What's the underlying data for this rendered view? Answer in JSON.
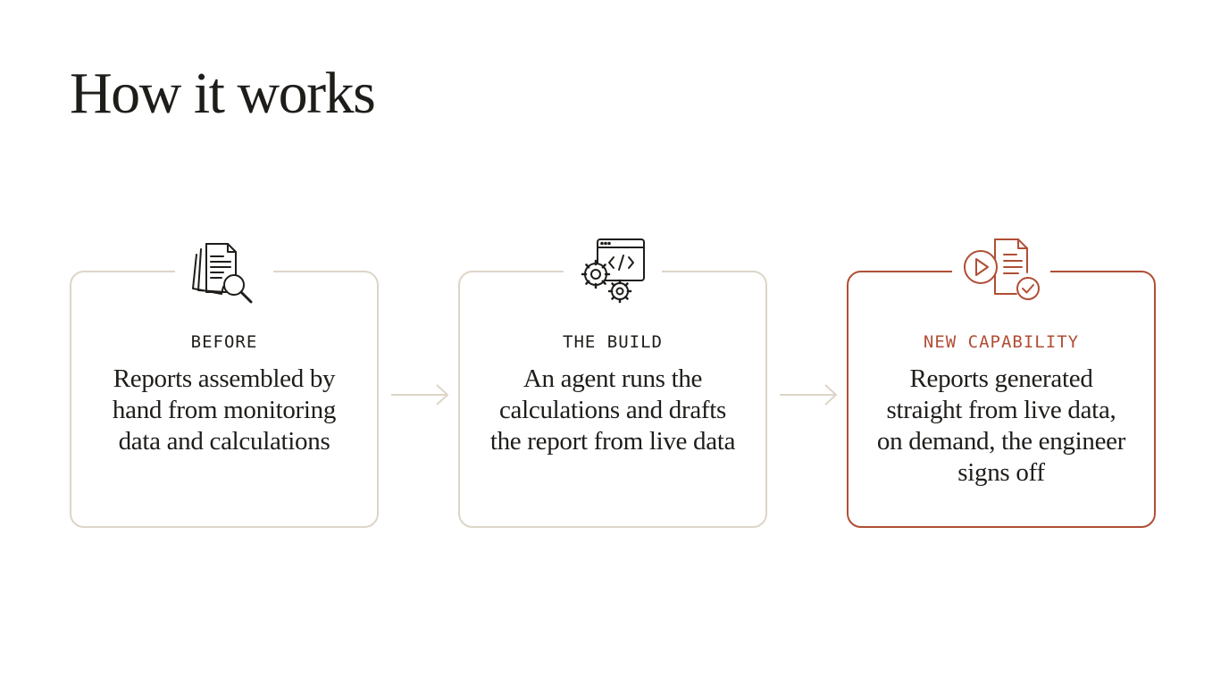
{
  "title": "How it works",
  "colors": {
    "neutral_border": "#ddd5c8",
    "accent": "#b04e35",
    "text": "#1f1d1a"
  },
  "steps": [
    {
      "label": "BEFORE",
      "text": "Reports assembled by hand from monitoring data and calculations",
      "icon": "documents-magnifier-icon"
    },
    {
      "label": "THE BUILD",
      "text": "An agent runs the calculations and drafts the report from live data",
      "icon": "code-window-gears-icon"
    },
    {
      "label": "NEW CAPABILITY",
      "text": "Reports generated straight from live data, on demand, the engineer signs off",
      "icon": "report-play-check-icon"
    }
  ]
}
